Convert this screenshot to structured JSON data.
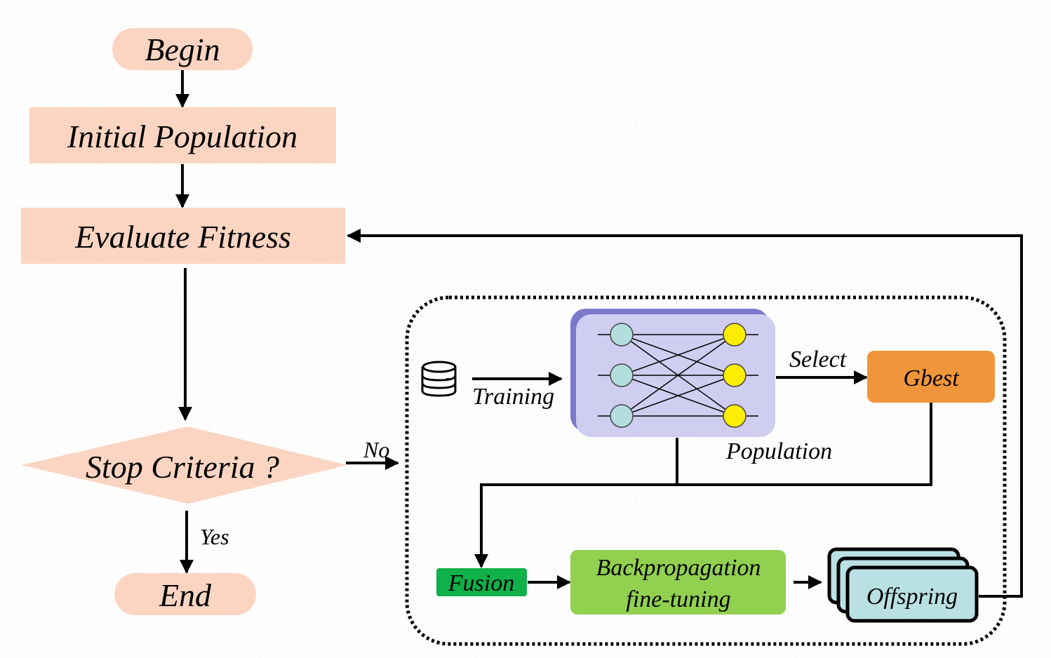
{
  "flow": {
    "begin": "Begin",
    "initial_population": "Initial Population",
    "evaluate_fitness": "Evaluate Fitness",
    "stop_criteria": "Stop Criteria ?",
    "yes": "Yes",
    "no": "No",
    "end": "End"
  },
  "loop": {
    "training": "Training",
    "population": "Population",
    "select": "Select",
    "gbest": "Gbest",
    "fusion": "Fusion",
    "backprop_line1": "Backpropagation",
    "backprop_line2": "fine-tuning",
    "offspring": "Offspring"
  },
  "colors": {
    "flow_fill": "#fcd5c2",
    "population_fill": "#cfcdf0",
    "population_shadow": "#7d78cc",
    "input_node": "#b3dede",
    "output_node": "#ffee00",
    "gbest_fill": "#f0963a",
    "fusion_fill": "#10b04a",
    "backprop_fill": "#92d050",
    "offspring_fill": "#b9e1e4"
  },
  "icons": {
    "dataset": "database-icon"
  }
}
